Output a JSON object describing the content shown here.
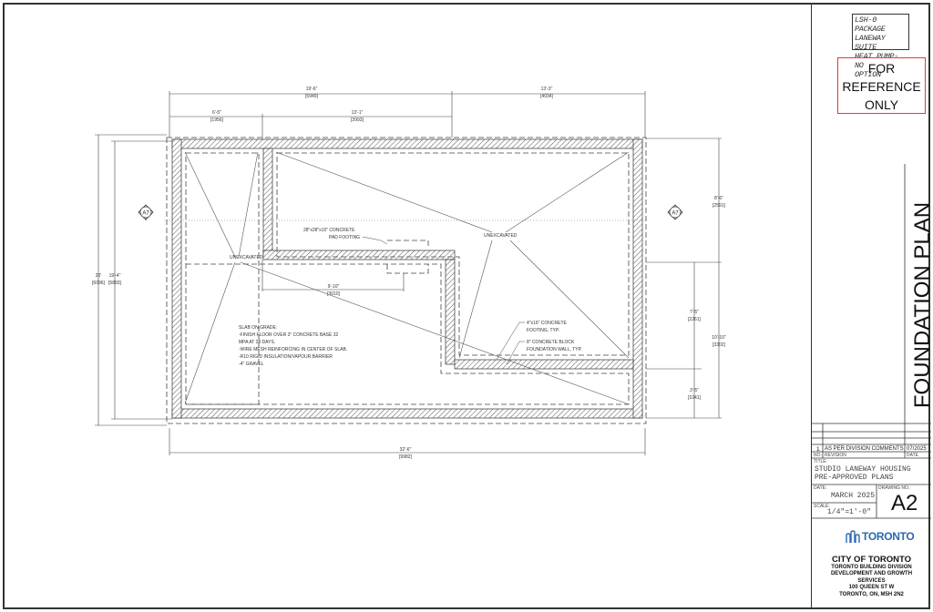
{
  "sheet": {
    "package_note": [
      "LSH-0 PACKAGE",
      "LANEWAY SUITE",
      "HEAT PUMP- NO",
      "OPTION"
    ],
    "reference_stamp": [
      "FOR",
      "REFERENCE",
      "ONLY"
    ],
    "reference_stamp_color": "#e0393e",
    "drawing_title": "FOUNDATION PLAN"
  },
  "revisions": {
    "rows": [
      {
        "no": "",
        "revision": "",
        "date": ""
      },
      {
        "no": "",
        "revision": "",
        "date": ""
      },
      {
        "no": "",
        "revision": "",
        "date": ""
      },
      {
        "no": "1",
        "revision": "AS PER DIVISION COMMENTS",
        "date": "07/2025"
      }
    ],
    "headers": {
      "no": "NO.",
      "revision": "REVISION",
      "date": "DATE"
    }
  },
  "title_block": {
    "title_label": "TITLE:",
    "title_lines": [
      "STUDIO LANEWAY HOUSING",
      "PRE-APPROVED PLANS"
    ],
    "date_label": "DATE:",
    "date_value": "MARCH 2025",
    "drawing_no_label": "DRAWING NO.:",
    "drawing_no": "A2",
    "scale_label": "SCALE:",
    "scale_value": "1/4\"=1'-0\""
  },
  "issuer": {
    "logo_text": "TORONTO",
    "logo_color": "#2a6aad",
    "name": "CITY OF TORONTO",
    "lines": [
      "TORONTO BUILDING DIVISION",
      "DEVELOPMENT AND GROWTH",
      "SERVICES",
      "100 QUEEN ST W",
      "TORONTO, ON, M5H 2N2"
    ]
  },
  "plan": {
    "dimensions": {
      "top_overall_left": {
        "imperial": "19'-6\"",
        "metric": "[5949]"
      },
      "top_overall_right": {
        "imperial": "13'-3\"",
        "metric": "[4034]"
      },
      "top_sub_left": {
        "imperial": "6'-5\"",
        "metric": "[1956]"
      },
      "top_sub_mid": {
        "imperial": "13'-1\"",
        "metric": "[3993]"
      },
      "left_outer": {
        "imperial": "20'",
        "metric": "[6096]"
      },
      "left_inner": {
        "imperial": "19'-4\"",
        "metric": "[5893]"
      },
      "right_top": {
        "imperial": "8'-6\"",
        "metric": "[2591]"
      },
      "right_mid": {
        "imperial": "7'-5\"",
        "metric": "[2261]"
      },
      "right_bottom": {
        "imperial": "3'-5\"",
        "metric": "[1041]"
      },
      "right_overall": {
        "imperial": "10'-10\"",
        "metric": "[3302]"
      },
      "inner_horizontal": {
        "imperial": "9'-10\"",
        "metric": "[3010]"
      },
      "bottom_overall": {
        "imperial": "32'-6\"",
        "metric": "[9982]"
      }
    },
    "section_markers": [
      "A7",
      "A7"
    ],
    "labels": {
      "unexcavated_left": "UNEXCAVATED",
      "unexcavated_right": "UNEXCAVATED",
      "pad_footing": [
        "28\"x28\"x10\" CONCRETE",
        "PAD FOOTING"
      ],
      "footing_note": [
        "4\"x16\" CONCRETE",
        "FOOTING, TYP."
      ],
      "wall_note": [
        "8\" CONCRETE BLOCK",
        "FOUNDATION WALL, TYP."
      ],
      "slab_notes": [
        "SLAB ON GRADE:",
        "-FINISH FLOOR OVER 3\" CONCRETE BASE 32",
        "MPA AT 28 DAYS.",
        "-WIRE MESH REINFORCING IN CENTER OF SLAB.",
        "-R10 RIGID INSULATION/VAPOUR BARRIER",
        "-4\" GRAVEL"
      ]
    }
  }
}
